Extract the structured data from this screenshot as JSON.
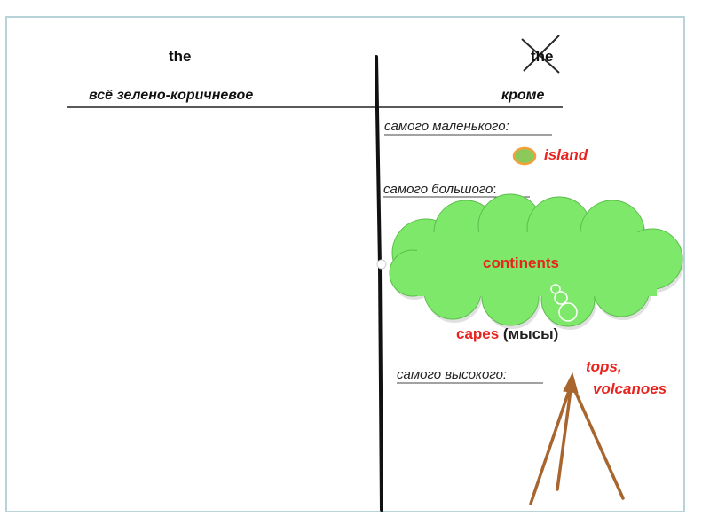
{
  "left": {
    "article": "the",
    "rule": "всё  зелено-коричневое"
  },
  "right": {
    "article": "the",
    "rule": "кроме",
    "smallest": {
      "label": "самого маленького:",
      "example": "island"
    },
    "biggest": {
      "label": "самого большого",
      "colon": ":",
      "example": "continents",
      "extra_red": "capes",
      "extra_note": " (мысы)"
    },
    "highest": {
      "label": "самого высокого:",
      "example_line1": "tops,",
      "example_line2": "volcanoes"
    }
  },
  "colors": {
    "red": "#e8231e",
    "green_fill": "#7ee86a",
    "island_fill": "#8cc95b",
    "stick": "#a8652e",
    "cross": "#2a2a2a"
  }
}
